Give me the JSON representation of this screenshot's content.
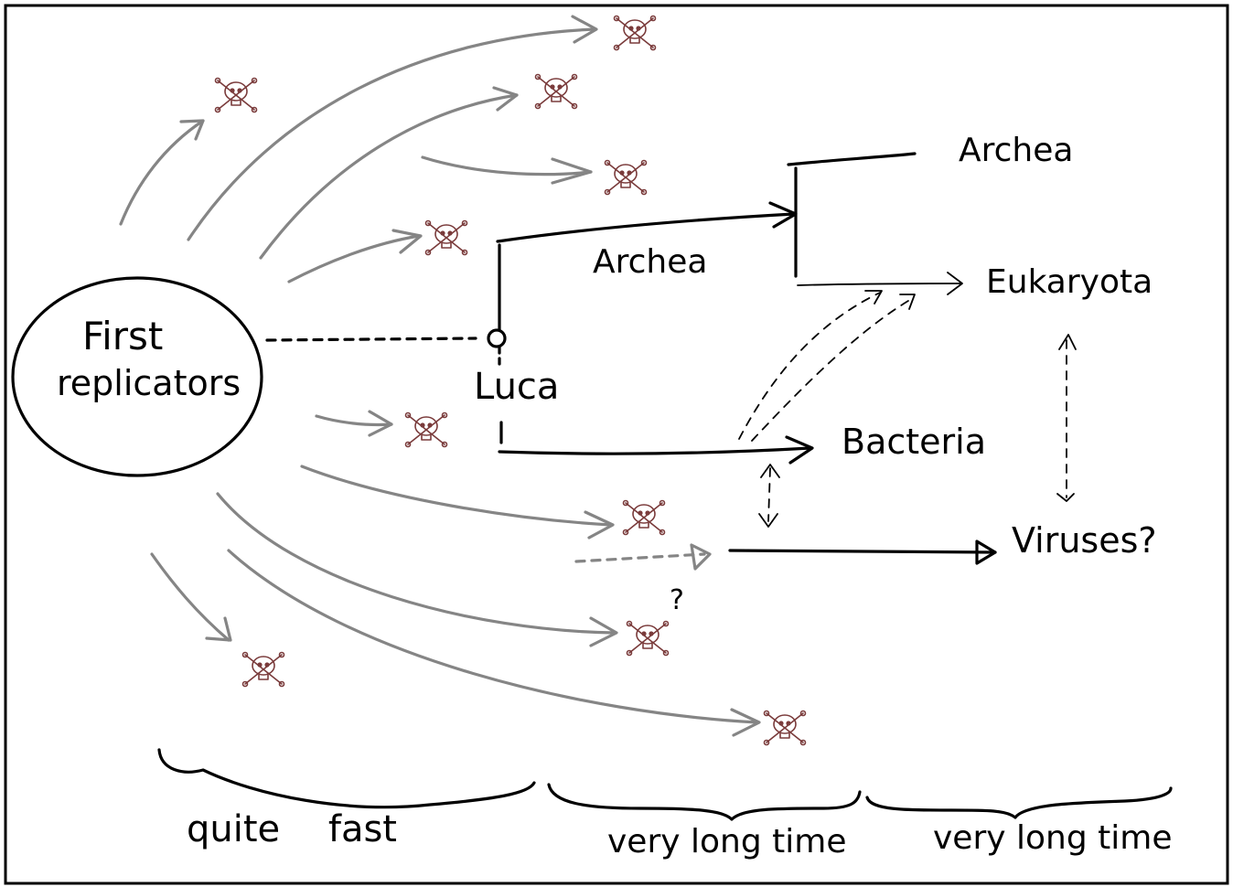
{
  "nodes": {
    "first_replicators_line1": "First",
    "first_replicators_line2": "replicators",
    "luca": "Luca",
    "archea_branch": "Archea",
    "archea_leaf": "Archea",
    "eukaryota": "Eukaryota",
    "bacteria": "Bacteria",
    "viruses": "Viruses?",
    "question_mark": "?"
  },
  "timeline": {
    "segment1": "quite fast",
    "segment2": "very long time",
    "segment3": "very long time"
  },
  "icons": {
    "extinct_marker": "skull-crossbones-icon"
  },
  "colors": {
    "lineage_gray": "#858585",
    "main_black": "#000000",
    "skull": "#7a3b3b",
    "background": "#ffffff"
  }
}
